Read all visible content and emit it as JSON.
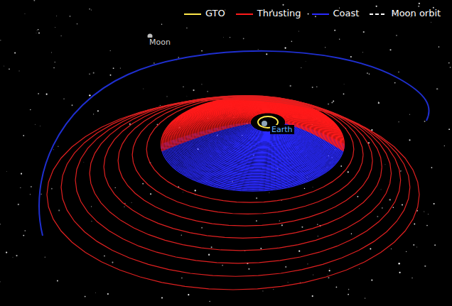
{
  "diagram": {
    "labels": [
      "Moon",
      "Earth"
    ],
    "legend": [
      {
        "text": "GTO"
      },
      {
        "text": "Thrusting"
      },
      {
        "text": "Coast"
      },
      {
        "text": "Moon orbit"
      }
    ]
  }
}
